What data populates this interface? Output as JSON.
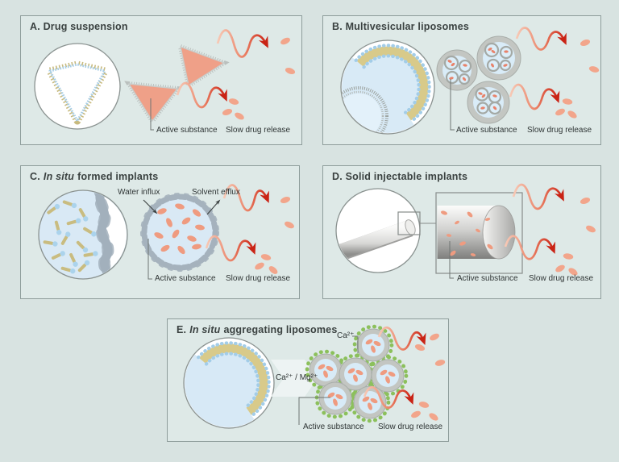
{
  "colors": {
    "background": "#d8e3e1",
    "panel_background": "#dee9e7",
    "panel_border": "#8e9d9b",
    "active_substance": "#f2a58b",
    "release_arrow_red": "#cc2315",
    "lipid_tail_tan": "#d8ca8a",
    "lipid_head_blue": "#a3cde8",
    "liposome_ring_gray": "#c3c6c2",
    "aqueous_interior_blue": "#d8eaf6",
    "calcium_dots_green": "#8cc05c"
  },
  "panels": {
    "a": {
      "title": "A. Drug suspension",
      "active_substance_label": "Active substance",
      "slow_release_label": "Slow drug release"
    },
    "b": {
      "title": "B. Multivesicular liposomes",
      "active_substance_label": "Active substance",
      "slow_release_label": "Slow drug release"
    },
    "c": {
      "title_prefix": "C.",
      "title_italic": "In situ",
      "title_rest": "formed implants",
      "water_influx_label": "Water influx",
      "solvent_efflux_label": "Solvent efflux",
      "active_substance_label": "Active substance",
      "slow_release_label": "Slow drug release"
    },
    "d": {
      "title": "D. Solid injectable implants",
      "active_substance_label": "Active substance",
      "slow_release_label": "Slow drug release"
    },
    "e": {
      "title_prefix": "E.",
      "title_italic": "In situ",
      "title_rest": "aggregating liposomes",
      "ca_label": "Ca²⁺",
      "ca_mg_label": "Ca²⁺ / Mg²⁺",
      "active_substance_label": "Active substance",
      "slow_release_label": "Slow drug release"
    }
  }
}
